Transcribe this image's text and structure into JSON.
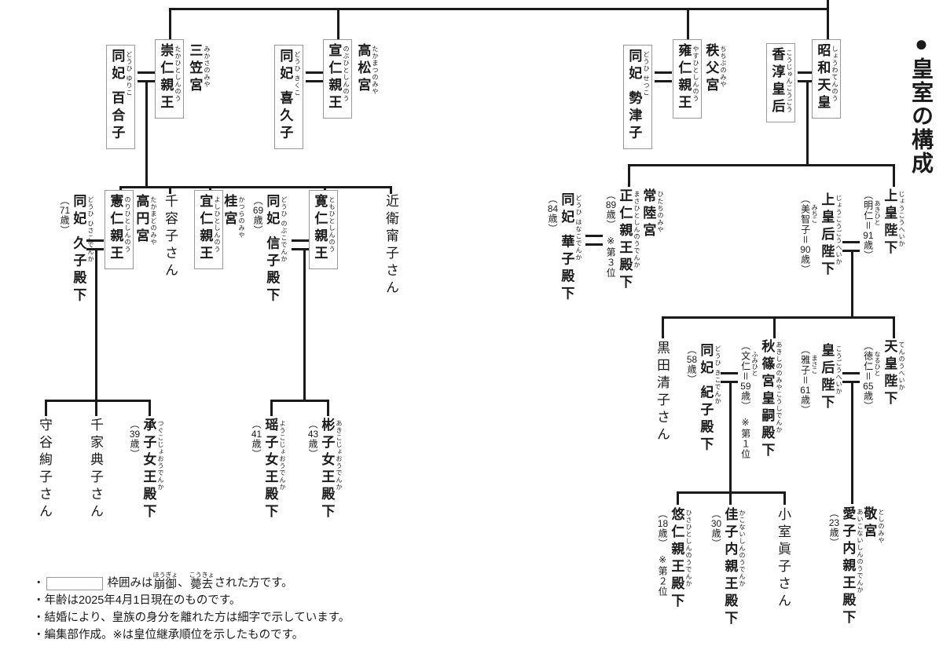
{
  "title": "●皇室の構成",
  "labels": {
    "mikasa": {
      "name": "三笠宮",
      "kana": "みかさのみや"
    },
    "takamatsu": {
      "name": "高松宮",
      "kana": "たかまつのみや"
    },
    "chichibu": {
      "name": "秩父宮",
      "kana": "ちちぶのみや"
    },
    "katsura": {
      "name": "桂宮",
      "kana": "かつらのみや"
    },
    "takamado": {
      "name": "高円宮",
      "kana": "たかまどのみや"
    },
    "hitachi": {
      "name": "常陸宮",
      "kana": "ひたちのみや"
    },
    "toshinomiya": {
      "name": "敬宮",
      "kana": "としのみや"
    }
  },
  "people": {
    "showa": {
      "name": "昭和天皇",
      "kana": "しょうわてんのう"
    },
    "kojun": {
      "name": "香淳皇后",
      "kana": "こうじゅんこうごう"
    },
    "yasuhito": {
      "name": "雍仁親王",
      "kana": "やすひとしんのう"
    },
    "setsuko": {
      "name": "同妃 勢津子",
      "kana": "どうひ せつこ"
    },
    "nobuhito": {
      "name": "宣仁親王",
      "kana": "のぶひとしんのう"
    },
    "kikuko": {
      "name": "同妃 喜久子",
      "kana": "どうひ きくこ"
    },
    "takahito": {
      "name": "崇仁親王",
      "kana": "たかひとしんのう"
    },
    "yuriko": {
      "name": "同妃 百合子",
      "kana": "どうひ ゆりこ"
    },
    "joko": {
      "name": "上皇陛下",
      "kana": "じょうこうへいか",
      "m1": "（明仁＝",
      "m2": "91",
      "m3": "歳）",
      "mk": "あきひと"
    },
    "jokogo": {
      "name": "上皇后陛下",
      "kana": "じょうこうごうへいか",
      "m1": "（美智子＝",
      "m2": "90",
      "m3": "歳）",
      "mk": "みちこ"
    },
    "masahito": {
      "name": "正仁親王殿下",
      "kana": "まさひとしんのうでんか",
      "m1": "（",
      "m2": "89",
      "m3": "歳）　※第３位"
    },
    "hanako": {
      "name": "同妃 華子殿下",
      "kana": "どうひ はなこでんか",
      "m1": "（",
      "m2": "84",
      "m3": "歳）"
    },
    "tenno": {
      "name": "天皇陛下",
      "kana": "てんのうへいか",
      "m1": "（徳仁＝",
      "m2": "65",
      "m3": "歳）",
      "mk": "なるひと"
    },
    "kogo": {
      "name": "皇后陛下",
      "kana": "こうごうへいか",
      "m1": "（雅子＝",
      "m2": "61",
      "m3": "歳）",
      "mk": "まさこ"
    },
    "akishino": {
      "name": "秋篠宮皇嗣殿下",
      "kana": "あきしののみやこうしでんか",
      "m1": "（文仁＝",
      "m2": "59",
      "m3": "歳）　※第１位",
      "mk": "ふみひと"
    },
    "kiko": {
      "name": "同妃 紀子殿下",
      "kana": "どうひ きこでんか",
      "m1": "（",
      "m2": "58",
      "m3": "歳）"
    },
    "sayako": {
      "name": "黒田清子さん"
    },
    "aiko": {
      "name": "愛子内親王殿下",
      "kana": "あいこないしんのうでんか",
      "m1": "（",
      "m2": "23",
      "m3": "歳）"
    },
    "mako": {
      "name": "小室眞子さん"
    },
    "kako": {
      "name": "佳子内親王殿下",
      "kana": "かこないしんのうでんか",
      "m1": "（",
      "m2": "30",
      "m3": "歳）"
    },
    "hisahito": {
      "name": "悠仁親王殿下",
      "kana": "ひさひとしんのうでんか",
      "m1": "（",
      "m2": "18",
      "m3": "歳）　※第２位"
    },
    "yasuko": {
      "name": "近衛甯子さん"
    },
    "tomohito": {
      "name": "寛仁親王",
      "kana": "ともひとしんのう"
    },
    "nobuko": {
      "name": "同妃 信子殿下",
      "kana": "どうひ のぶこでんか",
      "m1": "（",
      "m2": "69",
      "m3": "歳）"
    },
    "yoshihito": {
      "name": "宜仁親王",
      "kana": "よしひとしんのう"
    },
    "chiyoko": {
      "name": "千容子さん"
    },
    "norihito": {
      "name": "憲仁親王",
      "kana": "のりひとしんのう"
    },
    "hisako": {
      "name": "同妃 久子殿下",
      "kana": "どうひ ひさこでんか",
      "m1": "（",
      "m2": "71",
      "m3": "歳）"
    },
    "akiko": {
      "name": "彬子女王殿下",
      "kana": "あきこじょおうでんか",
      "m1": "（",
      "m2": "43",
      "m3": "歳）"
    },
    "yoko": {
      "name": "瑶子女王殿下",
      "kana": "ようこじょおうでんか",
      "m1": "（",
      "m2": "41",
      "m3": "歳）"
    },
    "tsuguko": {
      "name": "承子女王殿下",
      "kana": "つぐこじょおうでんか",
      "m1": "（",
      "m2": "39",
      "m3": "歳）"
    },
    "noriko": {
      "name": "千家典子さん"
    },
    "ayako": {
      "name": "守谷絢子さん"
    }
  },
  "legend": {
    "bullet": "・",
    "l1_pre": "枠囲みは",
    "l1_r1_base": "崩御",
    "l1_r1_kana": "ほうぎょ",
    "l1_mid": "、",
    "l1_r2_base": "薨去",
    "l1_r2_kana": "こうきょ",
    "l1_post": "された方です。",
    "l2": "年齢は2025年4月1日現在のものです。",
    "l3": "結婚により、皇族の身分を離れた方は細字で示しています。",
    "l4": "編集部作成。※は皇位継承順位を示したものです。"
  }
}
